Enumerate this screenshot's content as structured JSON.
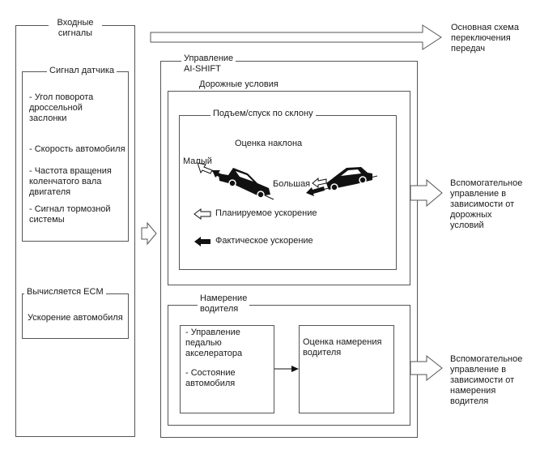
{
  "input_signals": {
    "title_line1": "Входные",
    "title_line2": "сигналы"
  },
  "sensor_signal": {
    "title": "Сигнал датчика",
    "items": [
      [
        "- Угол поворота",
        "дроссельной",
        "заслонки"
      ],
      [
        "- Скорость автомобиля"
      ],
      [
        "- Частота вращения",
        "коленчатого вала",
        "двигателя"
      ],
      [
        "- Сигнал тормозной",
        "системы"
      ]
    ]
  },
  "ecm": {
    "title": "Вычисляется ECM",
    "item": "Ускорение автомобиля"
  },
  "ai_shift": {
    "title_line1": "Управление",
    "title_line2": "AI-SHIFT"
  },
  "road": {
    "title": "Дорожные условия",
    "slope_title": "Подъем/спуск по склону",
    "slope_estimate": "Оценка наклона",
    "small": "Малый",
    "large": "Большая",
    "planned_accel": "Планируемое ускорение",
    "actual_accel": "Фактическое ускорение"
  },
  "driver": {
    "title_line1": "Намерение",
    "title_line2": "водителя",
    "items": [
      [
        "- Управление",
        "педалью",
        "акселератора"
      ],
      [
        "- Состояние",
        "автомобиля"
      ]
    ],
    "estimate_line1": "Оценка намерения",
    "estimate_line2": "водителя"
  },
  "outputs": {
    "main": [
      "Основная схема",
      "переключения",
      "передач"
    ],
    "road": [
      "Вспомогательное",
      "управление в",
      "зависимости от",
      "дорожных",
      "условий"
    ],
    "driver": [
      "Вспомогательное",
      "управление в",
      "зависимости от",
      "намерения",
      "водителя"
    ]
  },
  "colors": {
    "line": "#555555",
    "fill_dark": "#111111"
  }
}
